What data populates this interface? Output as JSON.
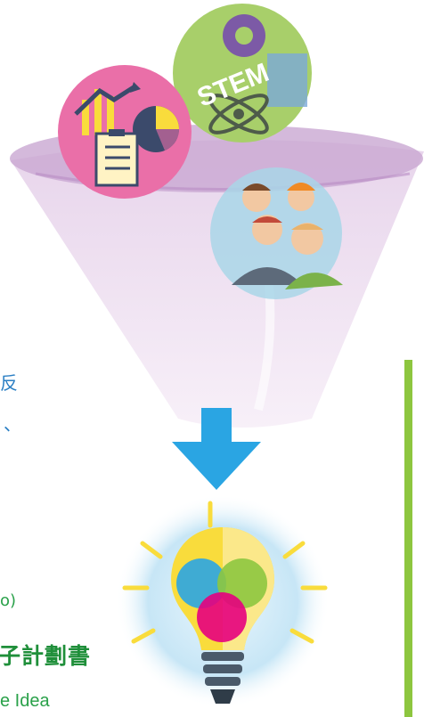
{
  "left_fragments": {
    "line1": "反",
    "line2": "、",
    "line3": "o)"
  },
  "footer": {
    "title": "子計劃書",
    "subtitle": "e Idea"
  },
  "badges": {
    "stem": "STEM"
  },
  "colors": {
    "funnel": "#e8d6ec",
    "funnel_rim": "#c9a8d2",
    "arrow": "#2aa5e3",
    "accent_green": "#8dc63f",
    "pink": "#ea6fa8",
    "stem_green": "#a8cf6a",
    "people_blue": "#a9d6e8",
    "bulb_yellow": "#f9dc3c"
  },
  "icons": [
    "chart-report-icon",
    "stem-icon",
    "people-group-icon",
    "down-arrow-icon",
    "lightbulb-icon"
  ]
}
